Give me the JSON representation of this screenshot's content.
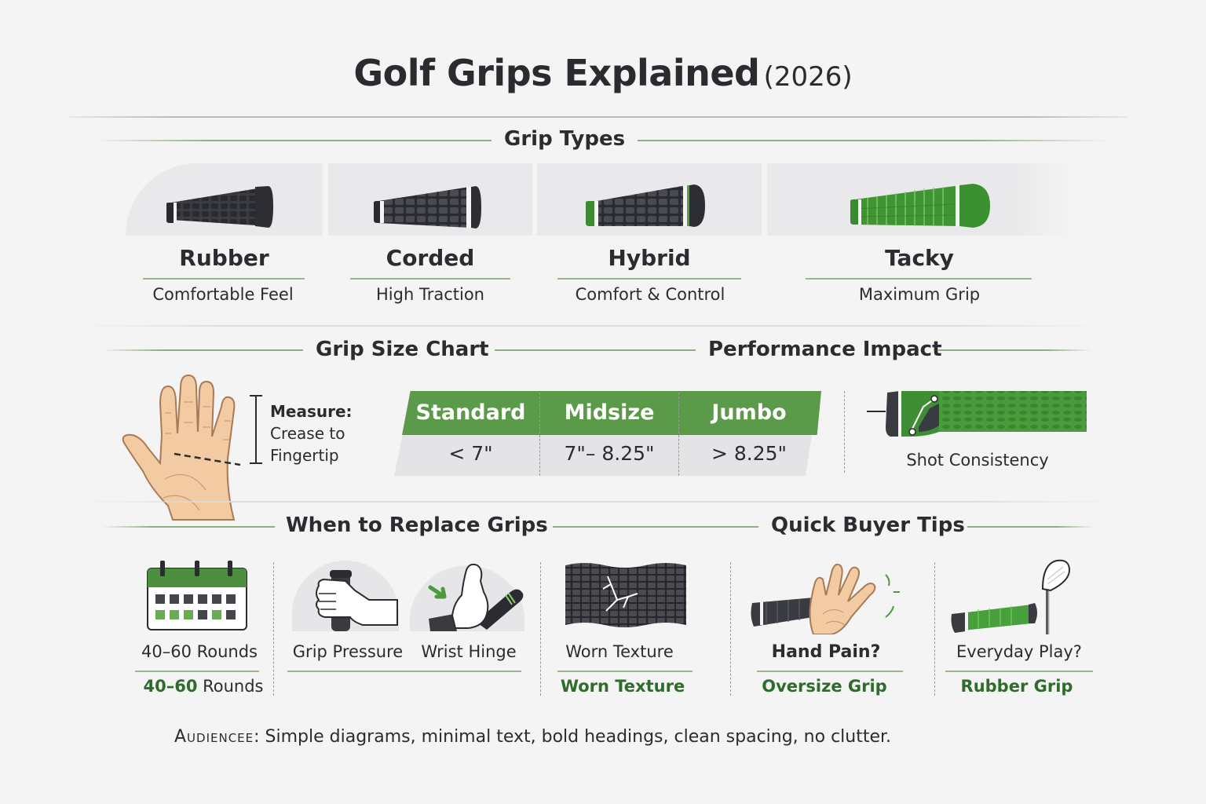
{
  "header": {
    "title": "Golf Grips Explained",
    "year": "(2026)"
  },
  "colors": {
    "accent_green": "#5b9a48",
    "dark_green_text": "#2f6b2a",
    "divider_green": "#8fae82",
    "grip_dark": "#3a3b40",
    "background": "#f4f4f5"
  },
  "sections": {
    "grip_types": "Grip Types",
    "grip_size_chart": "Grip Size Chart",
    "performance_impact": "Performance Impact",
    "when_to_replace": "When to Replace Grips",
    "quick_buyer_tips": "Quick Buyer Tips"
  },
  "grip_types": [
    {
      "name": "Rubber",
      "description": "Comfortable Feel",
      "icon": "rubber-grip-icon"
    },
    {
      "name": "Corded",
      "description": "High Traction",
      "icon": "corded-grip-icon"
    },
    {
      "name": "Hybrid",
      "description": "Comfort & Control",
      "icon": "hybrid-grip-icon"
    },
    {
      "name": "Tacky",
      "description": "Maximum Grip",
      "icon": "tacky-grip-icon"
    }
  ],
  "measure": {
    "label": "Measure:",
    "line1": "Crease to",
    "line2": "Fingertip"
  },
  "size_chart": {
    "headers": [
      "Standard",
      "Midsize",
      "Jumbo"
    ],
    "values": [
      "< 7\"",
      "7\"– 8.25\"",
      "> 8.25\""
    ]
  },
  "performance": {
    "label": "Shot Consistency"
  },
  "replace": {
    "rounds_label": "40–60 Rounds",
    "rounds_value_number": "40–60",
    "rounds_value_unit": " Rounds",
    "grip_pressure": "Grip Pressure",
    "wrist_hinge": "Wrist Hinge",
    "worn_texture": "Worn Texture",
    "worn_texture_value": "Worn Texture"
  },
  "tips": [
    {
      "question": "Hand Pain?",
      "answer": "Oversize Grip"
    },
    {
      "question": "Everyday Play?",
      "answer": "Rubber Grip"
    }
  ],
  "footer": {
    "label": "Audiencee",
    "text": ": Simple diagrams, minimal text, bold headings, clean spacing, no clutter."
  }
}
